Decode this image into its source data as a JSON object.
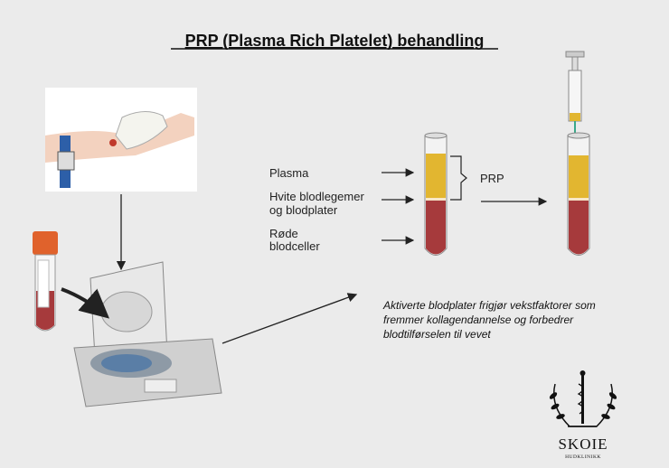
{
  "title": "PRP (Plasma Rich Platelet) behandling",
  "labels": {
    "plasma": "Plasma",
    "white_line1": "Hvite blodlegemer",
    "white_line2": "og blodplater",
    "red_line1": "Røde",
    "red_line2": "blodceller",
    "prp": "PRP"
  },
  "description": {
    "line1": "Aktiverte blodplater frigjør vekstfaktorer som",
    "line2": "fremmer kollagendannelse og forbedrer",
    "line3": "blodtilførselen til vevet"
  },
  "logo": {
    "name": "SKOIE",
    "subtitle": "HUDKLINIKK"
  },
  "colors": {
    "background": "#ebebeb",
    "plasma": "#e2b630",
    "blood": "#a63a3c",
    "cap": "#e0622c",
    "band": "#2d5fa8"
  }
}
